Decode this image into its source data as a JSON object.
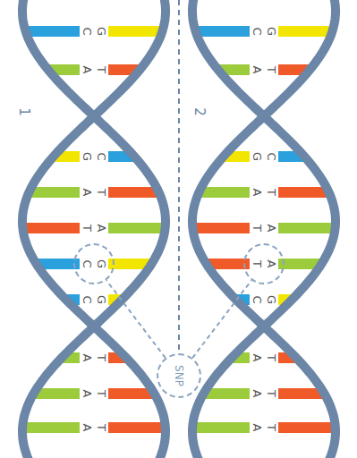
{
  "diagram": {
    "nodes": [
      {
        "text": [
          "C",
          "G"
        ]
      },
      {
        "text": [
          "T",
          "A"
        ]
      },
      {
        "text": [
          "SNP"
        ]
      }
    ],
    "edges": [
      {
        "from": 2,
        "to": 0,
        "arrow": "none"
      },
      {
        "from": 2,
        "to": 1,
        "arrow": "none"
      }
    ],
    "labels": [
      "1",
      "C",
      "G",
      "A",
      "T",
      "G",
      "C",
      "A",
      "T",
      "T",
      "A",
      "C",
      "G",
      "A",
      "T",
      "A",
      "T",
      "A",
      "T",
      "2",
      "C",
      "G",
      "A",
      "T",
      "G",
      "C",
      "A",
      "T",
      "T",
      "A",
      "C",
      "G",
      "A",
      "T",
      "A",
      "T",
      "A",
      "T"
    ]
  }
}
